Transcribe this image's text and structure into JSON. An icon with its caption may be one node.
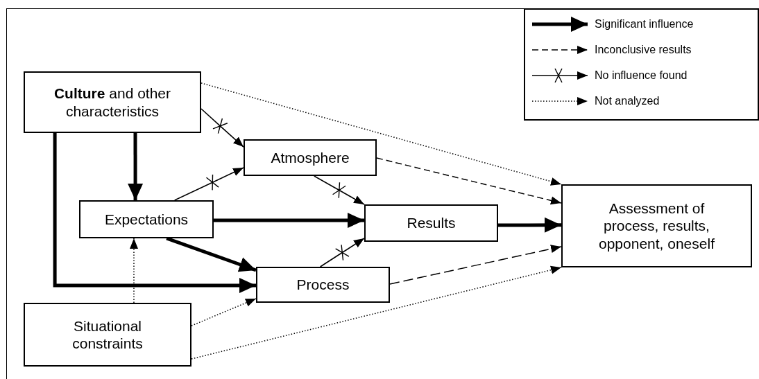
{
  "diagram": {
    "nodes": [
      {
        "text": [
          "**Culture** and other characteristics"
        ]
      },
      {
        "text": [
          "Atmosphere"
        ]
      },
      {
        "text": [
          "Expectations"
        ]
      },
      {
        "text": [
          "Results"
        ]
      },
      {
        "text": [
          "Process"
        ]
      },
      {
        "text": [
          "Assessment of process, results, opponent, oneself"
        ]
      },
      {
        "text": [
          "Situational constraints"
        ]
      }
    ],
    "edges": [
      {
        "from": 0,
        "to": 1,
        "arrow": "to"
      },
      {
        "from": 0,
        "to": 2,
        "arrow": "to",
        "style": "thick"
      },
      {
        "from": 0,
        "to": 4,
        "arrow": "to",
        "style": "thick"
      },
      {
        "from": 0,
        "to": 5,
        "arrow": "to",
        "style": "dashed"
      },
      {
        "from": 2,
        "to": 1,
        "arrow": "to"
      },
      {
        "from": 2,
        "to": 3,
        "arrow": "to",
        "style": "thick"
      },
      {
        "from": 2,
        "to": 4,
        "arrow": "to",
        "style": "thick"
      },
      {
        "from": 1,
        "to": 3,
        "arrow": "to"
      },
      {
        "from": 1,
        "to": 5,
        "arrow": "to",
        "style": "dashed"
      },
      {
        "from": 4,
        "to": 3,
        "arrow": "to"
      },
      {
        "from": 3,
        "to": 5,
        "arrow": "to",
        "style": "thick"
      },
      {
        "from": 4,
        "to": 5,
        "arrow": "to",
        "style": "dashed"
      },
      {
        "from": 6,
        "to": 2,
        "arrow": "to",
        "style": "dashed"
      },
      {
        "from": 6,
        "to": 4,
        "arrow": "to",
        "style": "dashed"
      },
      {
        "from": 6,
        "to": 5,
        "arrow": "to",
        "style": "dashed"
      }
    ],
    "legend": [
      {
        "text": "Significant influence"
      },
      {
        "text": "Inconclusive results"
      },
      {
        "text": "No influence found"
      },
      {
        "text": "Not analyzed"
      }
    ]
  }
}
